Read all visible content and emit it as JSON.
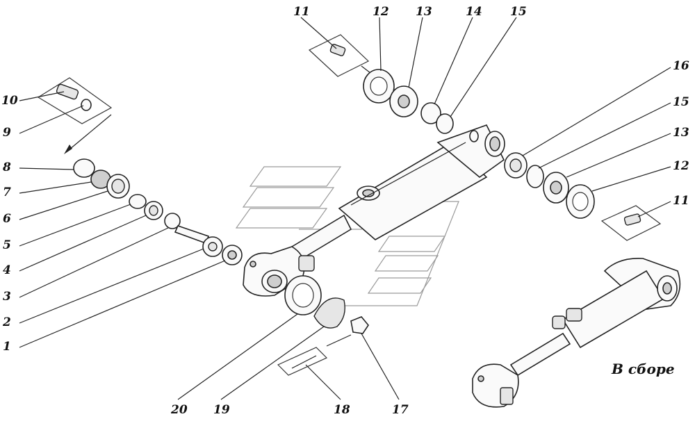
{
  "labels": [
    {
      "id": "1",
      "text": "1"
    },
    {
      "id": "2",
      "text": "2"
    },
    {
      "id": "3",
      "text": "3"
    },
    {
      "id": "4",
      "text": "4"
    },
    {
      "id": "5",
      "text": "5"
    },
    {
      "id": "6",
      "text": "6"
    },
    {
      "id": "7",
      "text": "7"
    },
    {
      "id": "8",
      "text": "8"
    },
    {
      "id": "9",
      "text": "9"
    },
    {
      "id": "10",
      "text": "10"
    },
    {
      "id": "11a",
      "text": "11"
    },
    {
      "id": "12a",
      "text": "12"
    },
    {
      "id": "13a",
      "text": "13"
    },
    {
      "id": "14",
      "text": "14"
    },
    {
      "id": "15a",
      "text": "15"
    },
    {
      "id": "16",
      "text": "16"
    },
    {
      "id": "15b",
      "text": "15"
    },
    {
      "id": "13b",
      "text": "13"
    },
    {
      "id": "12b",
      "text": "12"
    },
    {
      "id": "11b",
      "text": "11"
    },
    {
      "id": "17",
      "text": "17"
    },
    {
      "id": "18",
      "text": "18"
    },
    {
      "id": "19",
      "text": "19"
    },
    {
      "id": "20",
      "text": "20"
    }
  ],
  "caption": "В сборе"
}
